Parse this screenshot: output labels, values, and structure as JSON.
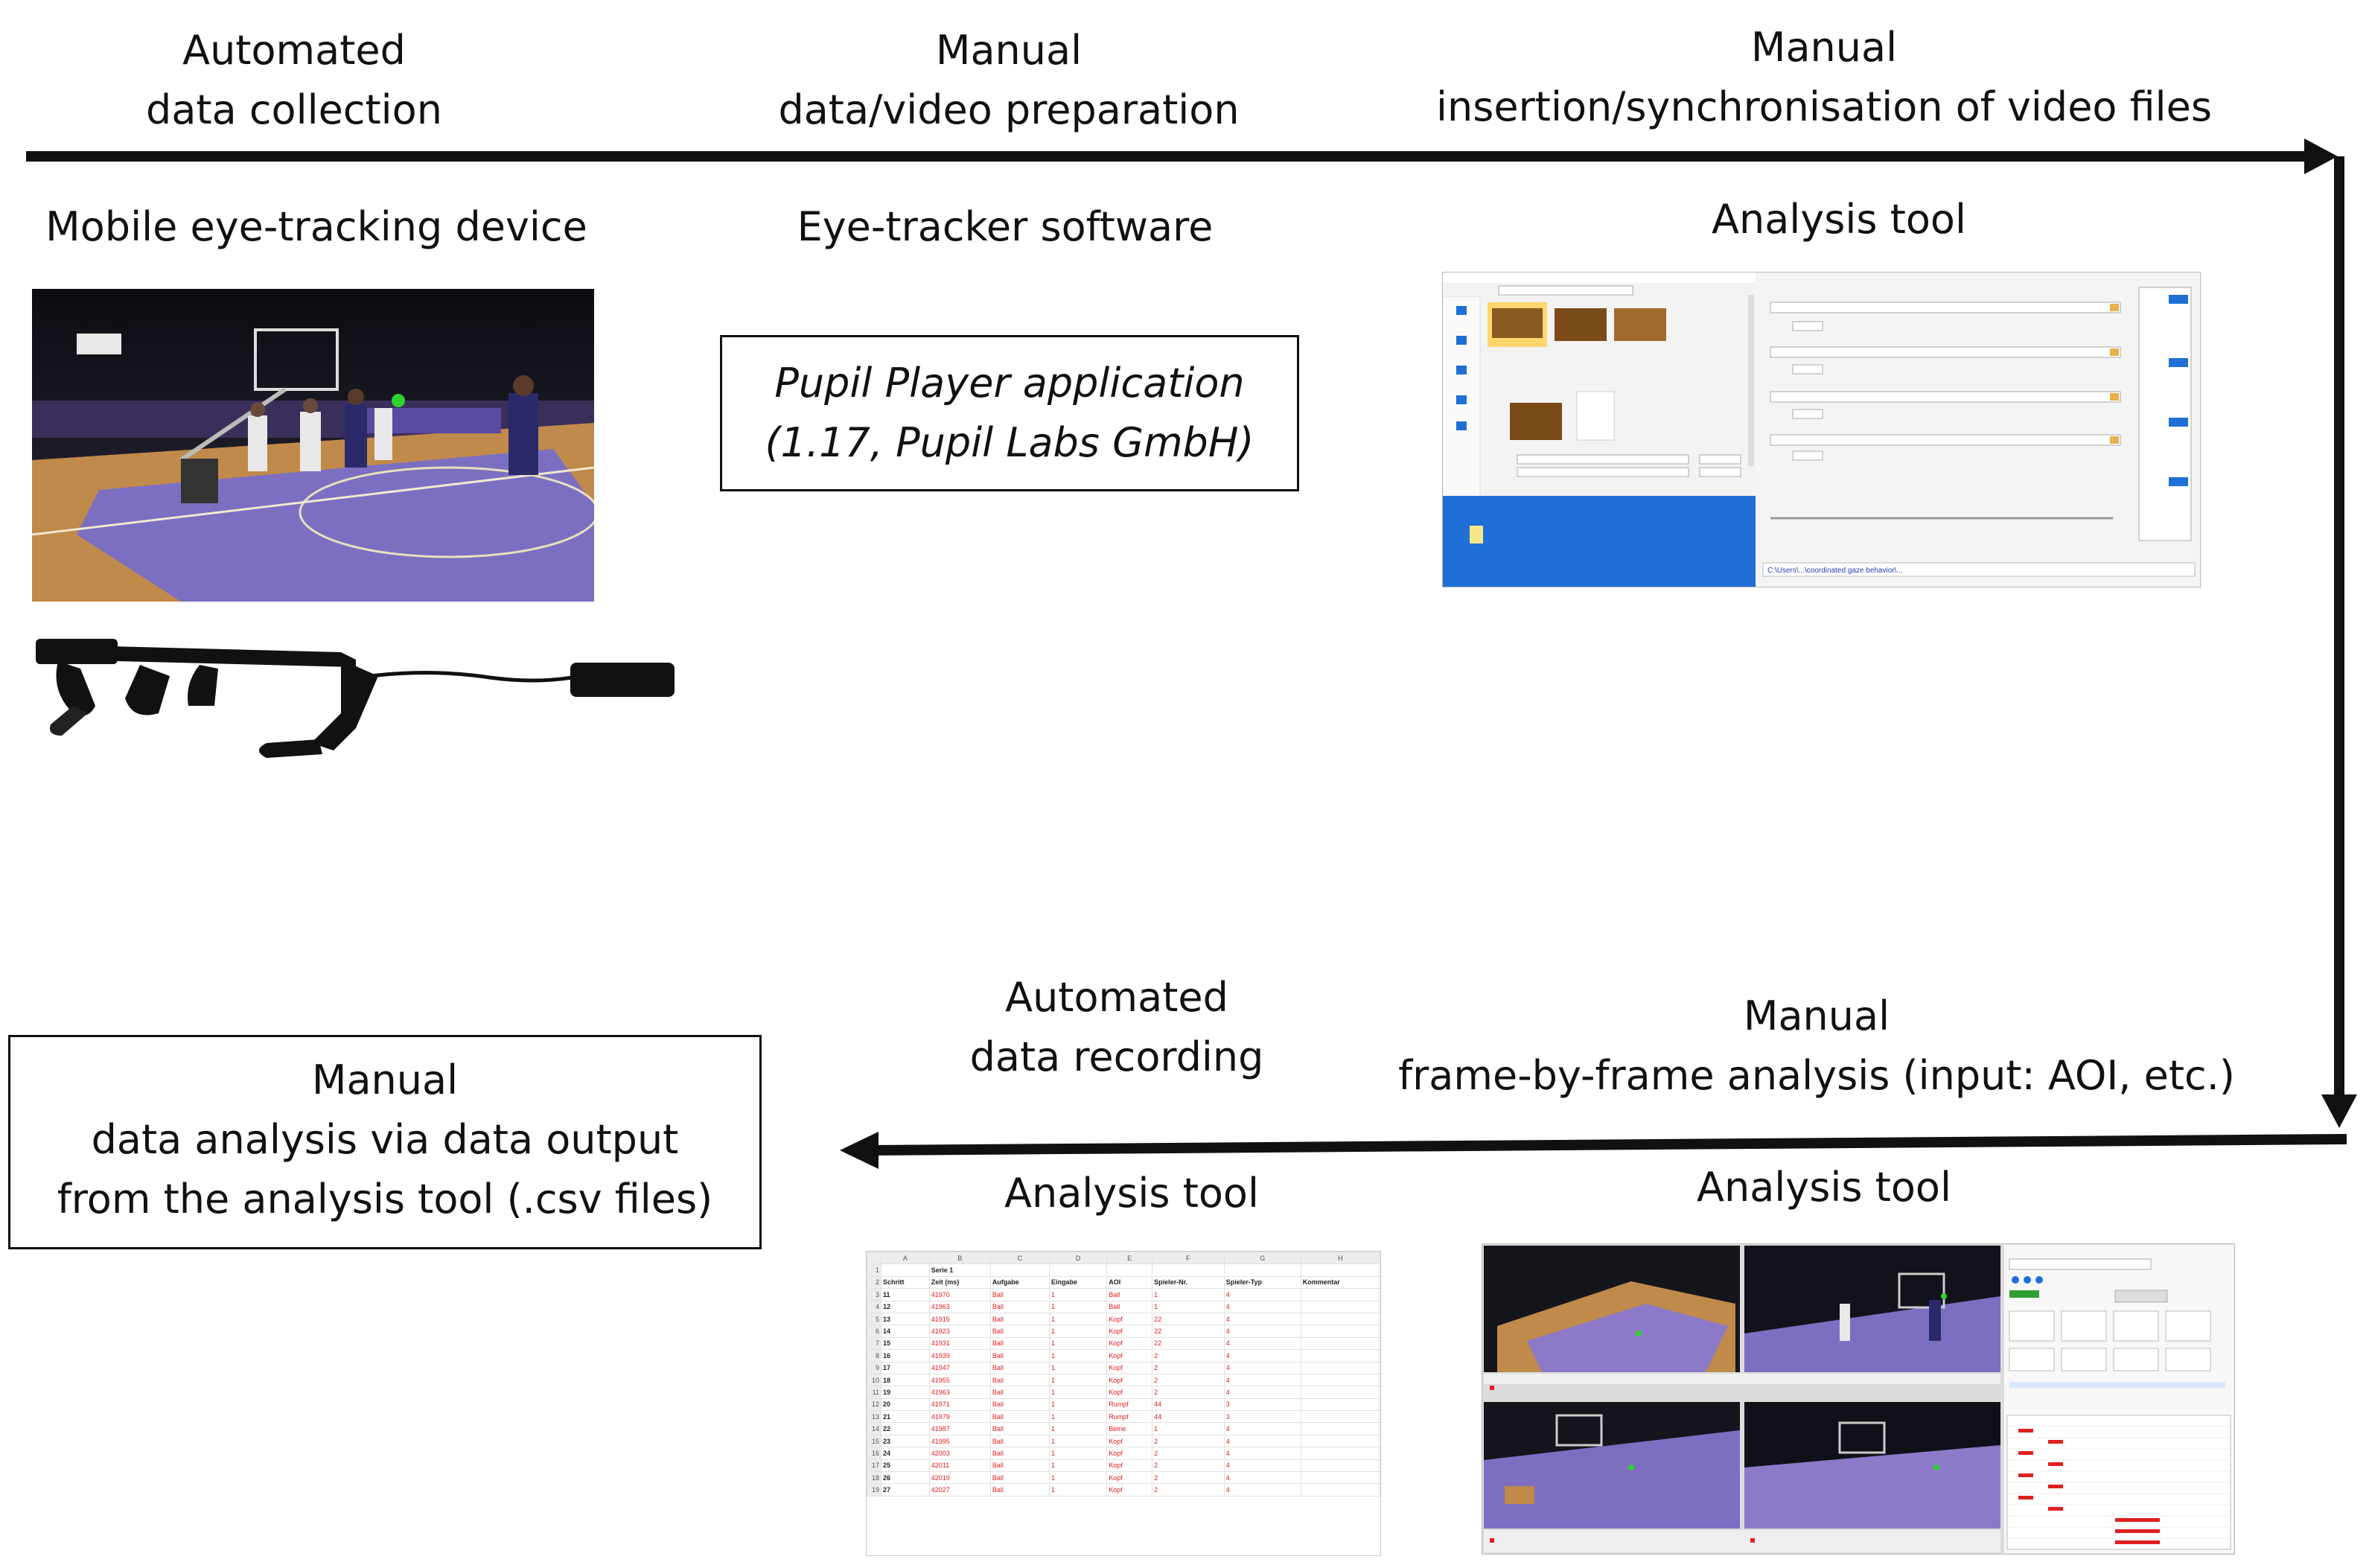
{
  "top_flow": {
    "step1": {
      "line1": "Automated",
      "line2": "data collection"
    },
    "step2": {
      "line1": "Manual",
      "line2": "data/video preparation"
    },
    "step3": {
      "line1": "Manual",
      "line2": "insertion/synchronisation of video files"
    }
  },
  "top_tools": {
    "device_label": "Mobile eye-tracking device",
    "software_label": "Eye-tracker software",
    "analysis_tool_label": "Analysis tool"
  },
  "software_box": {
    "line1": "Pupil Player application",
    "line2": "(1.17, Pupil Labs GmbH)"
  },
  "bottom_flow": {
    "step4": {
      "line1": "Manual",
      "line2": "frame-by-frame  analysis (input: AOI, etc.)"
    },
    "step5": {
      "line1": "Automated",
      "line2": "data recording"
    }
  },
  "bottom_tools": {
    "left_tool_label": "Analysis tool",
    "right_tool_label": "Analysis tool"
  },
  "output_box": {
    "line1": "Manual",
    "line2": "data analysis via data output",
    "line3": "from the analysis tool  (.csv files)"
  },
  "spreadsheet": {
    "columns": [
      "A",
      "B",
      "C",
      "D",
      "E",
      "F",
      "G",
      "H"
    ],
    "title_cell": "Serie 1",
    "headers": [
      "Schritt",
      "Zeit (ms)",
      "Aufgabe",
      "Eingabe",
      "AOI",
      "Spieler-Nr.",
      "Spieler-Typ",
      "Kommentar"
    ],
    "rows": [
      [
        "11",
        "41970",
        "Ball",
        "1",
        "Ball",
        "1",
        "4"
      ],
      [
        "12",
        "41963",
        "Ball",
        "1",
        "Ball",
        "1",
        "4"
      ],
      [
        "13",
        "41915",
        "Ball",
        "1",
        "Kopf",
        "22",
        "4"
      ],
      [
        "14",
        "41923",
        "Ball",
        "1",
        "Kopf",
        "22",
        "4"
      ],
      [
        "15",
        "41931",
        "Ball",
        "1",
        "Kopf",
        "22",
        "4"
      ],
      [
        "16",
        "41939",
        "Ball",
        "1",
        "Kopf",
        "2",
        "4"
      ],
      [
        "17",
        "41947",
        "Ball",
        "1",
        "Kopf",
        "2",
        "4"
      ],
      [
        "18",
        "41955",
        "Ball",
        "1",
        "Kopf",
        "2",
        "4"
      ],
      [
        "19",
        "41963",
        "Ball",
        "1",
        "Kopf",
        "2",
        "4"
      ],
      [
        "20",
        "41971",
        "Ball",
        "1",
        "Rumpf",
        "44",
        "3"
      ],
      [
        "21",
        "41979",
        "Ball",
        "1",
        "Rumpf",
        "44",
        "3"
      ],
      [
        "22",
        "41987",
        "Ball",
        "1",
        "Beine",
        "1",
        "4"
      ],
      [
        "23",
        "41995",
        "Ball",
        "1",
        "Kopf",
        "2",
        "4"
      ],
      [
        "24",
        "42003",
        "Ball",
        "1",
        "Kopf",
        "2",
        "4"
      ],
      [
        "25",
        "42011",
        "Ball",
        "1",
        "Kopf",
        "2",
        "4"
      ],
      [
        "26",
        "42019",
        "Ball",
        "1",
        "Kopf",
        "2",
        "4"
      ],
      [
        "27",
        "42027",
        "Ball",
        "1",
        "Kopf",
        "2",
        "4"
      ]
    ]
  },
  "colors": {
    "line": "#111111",
    "accent_red": "#e02020",
    "screen_blue": "#1f6fd6"
  }
}
